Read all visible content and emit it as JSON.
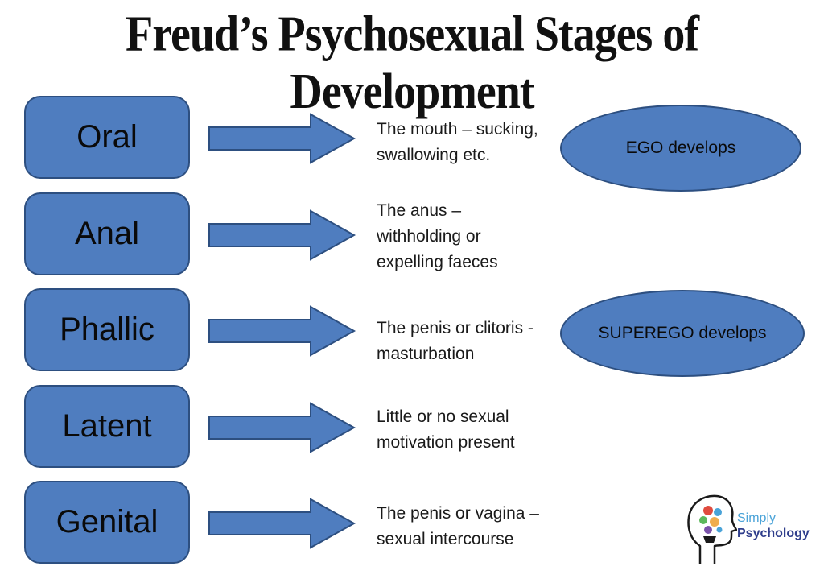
{
  "title": "Freud’s Psychosexual Stages of Development",
  "stages": [
    {
      "name": "Oral",
      "description": [
        "The mouth – sucking,",
        "swallowing etc."
      ]
    },
    {
      "name": "Anal",
      "description": [
        "The anus –",
        "withholding or",
        "expelling faeces"
      ]
    },
    {
      "name": "Phallic",
      "description": [
        "The penis or clitoris -",
        "masturbation"
      ]
    },
    {
      "name": "Latent",
      "description": [
        "Little or no sexual",
        "motivation present"
      ]
    },
    {
      "name": "Genital",
      "description": [
        "The penis or vagina –",
        "sexual intercourse"
      ]
    }
  ],
  "notes": [
    {
      "text": "EGO develops",
      "stage": "Oral"
    },
    {
      "text": "SUPEREGO develops",
      "stage": "Phallic"
    }
  ],
  "logo": {
    "line1": "Simply",
    "line2": "Psychology"
  },
  "colors": {
    "box_fill": "#4f7dbf",
    "box_border": "#2d4f80",
    "title": "#111111",
    "logo_light": "#4aa3d8",
    "logo_dark": "#2f3e8c"
  }
}
